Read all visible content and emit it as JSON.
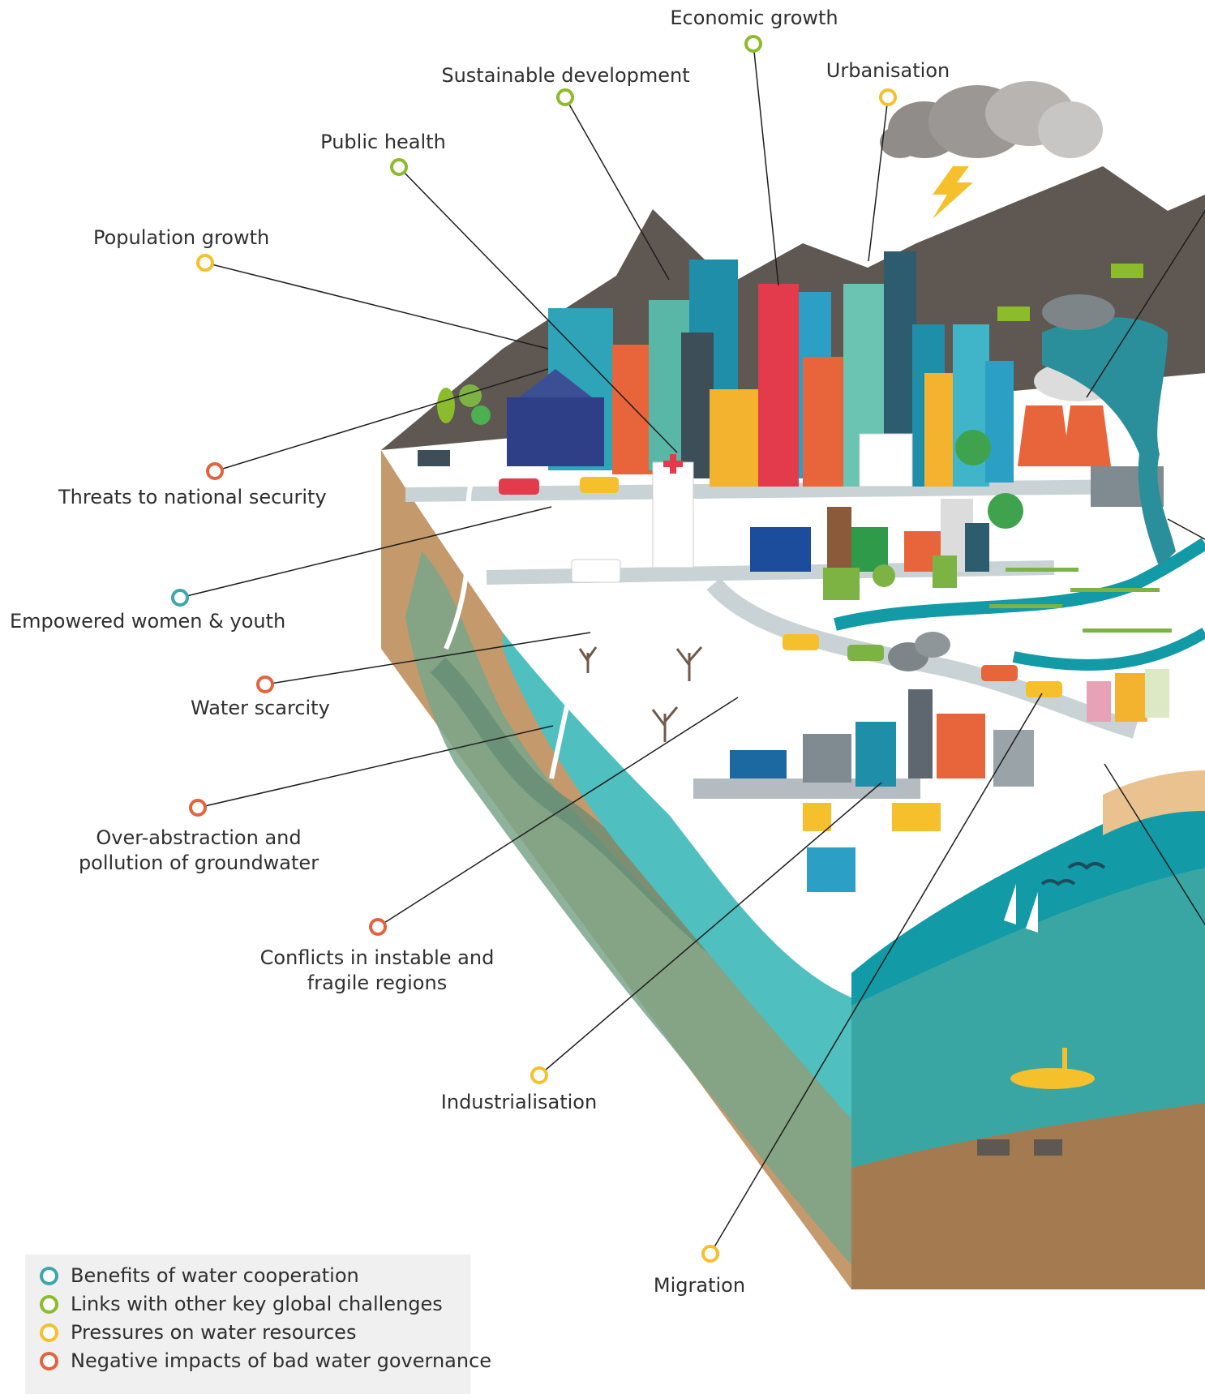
{
  "colors": {
    "benefit": "#3da7ad",
    "link": "#8cbb2c",
    "pressure": "#f5c02b",
    "negative": "#e4623e"
  },
  "labels": {
    "economic_growth": "Economic growth",
    "urbanisation": "Urbanisation",
    "sustainable_development": "Sustainable development",
    "public_health": "Public health",
    "population_growth": "Population growth",
    "threats_national_security": "Threats to national security",
    "empowered_women_youth": "Empowered women & youth",
    "water_scarcity": "Water scarcity",
    "over_abstraction_line1": "Over-abstraction and",
    "over_abstraction_line2": "pollution of groundwater",
    "conflicts_line1": "Conflicts in instable and",
    "conflicts_line2": "fragile regions",
    "industrialisation": "Industrialisation",
    "migration": "Migration"
  },
  "legend": [
    {
      "label": "Benefits of water cooperation",
      "color": "#3da7ad"
    },
    {
      "label": "Links with other key global challenges",
      "color": "#8cbb2c"
    },
    {
      "label": "Pressures on water resources",
      "color": "#f5c02b"
    },
    {
      "label": "Negative impacts of bad water governance",
      "color": "#e4623e"
    }
  ],
  "icons": [
    "cloud-icon",
    "lightning-icon",
    "submarine-icon",
    "sailboat-icon",
    "bird-icon",
    "hospital-cross-icon",
    "ambulance-icon"
  ]
}
